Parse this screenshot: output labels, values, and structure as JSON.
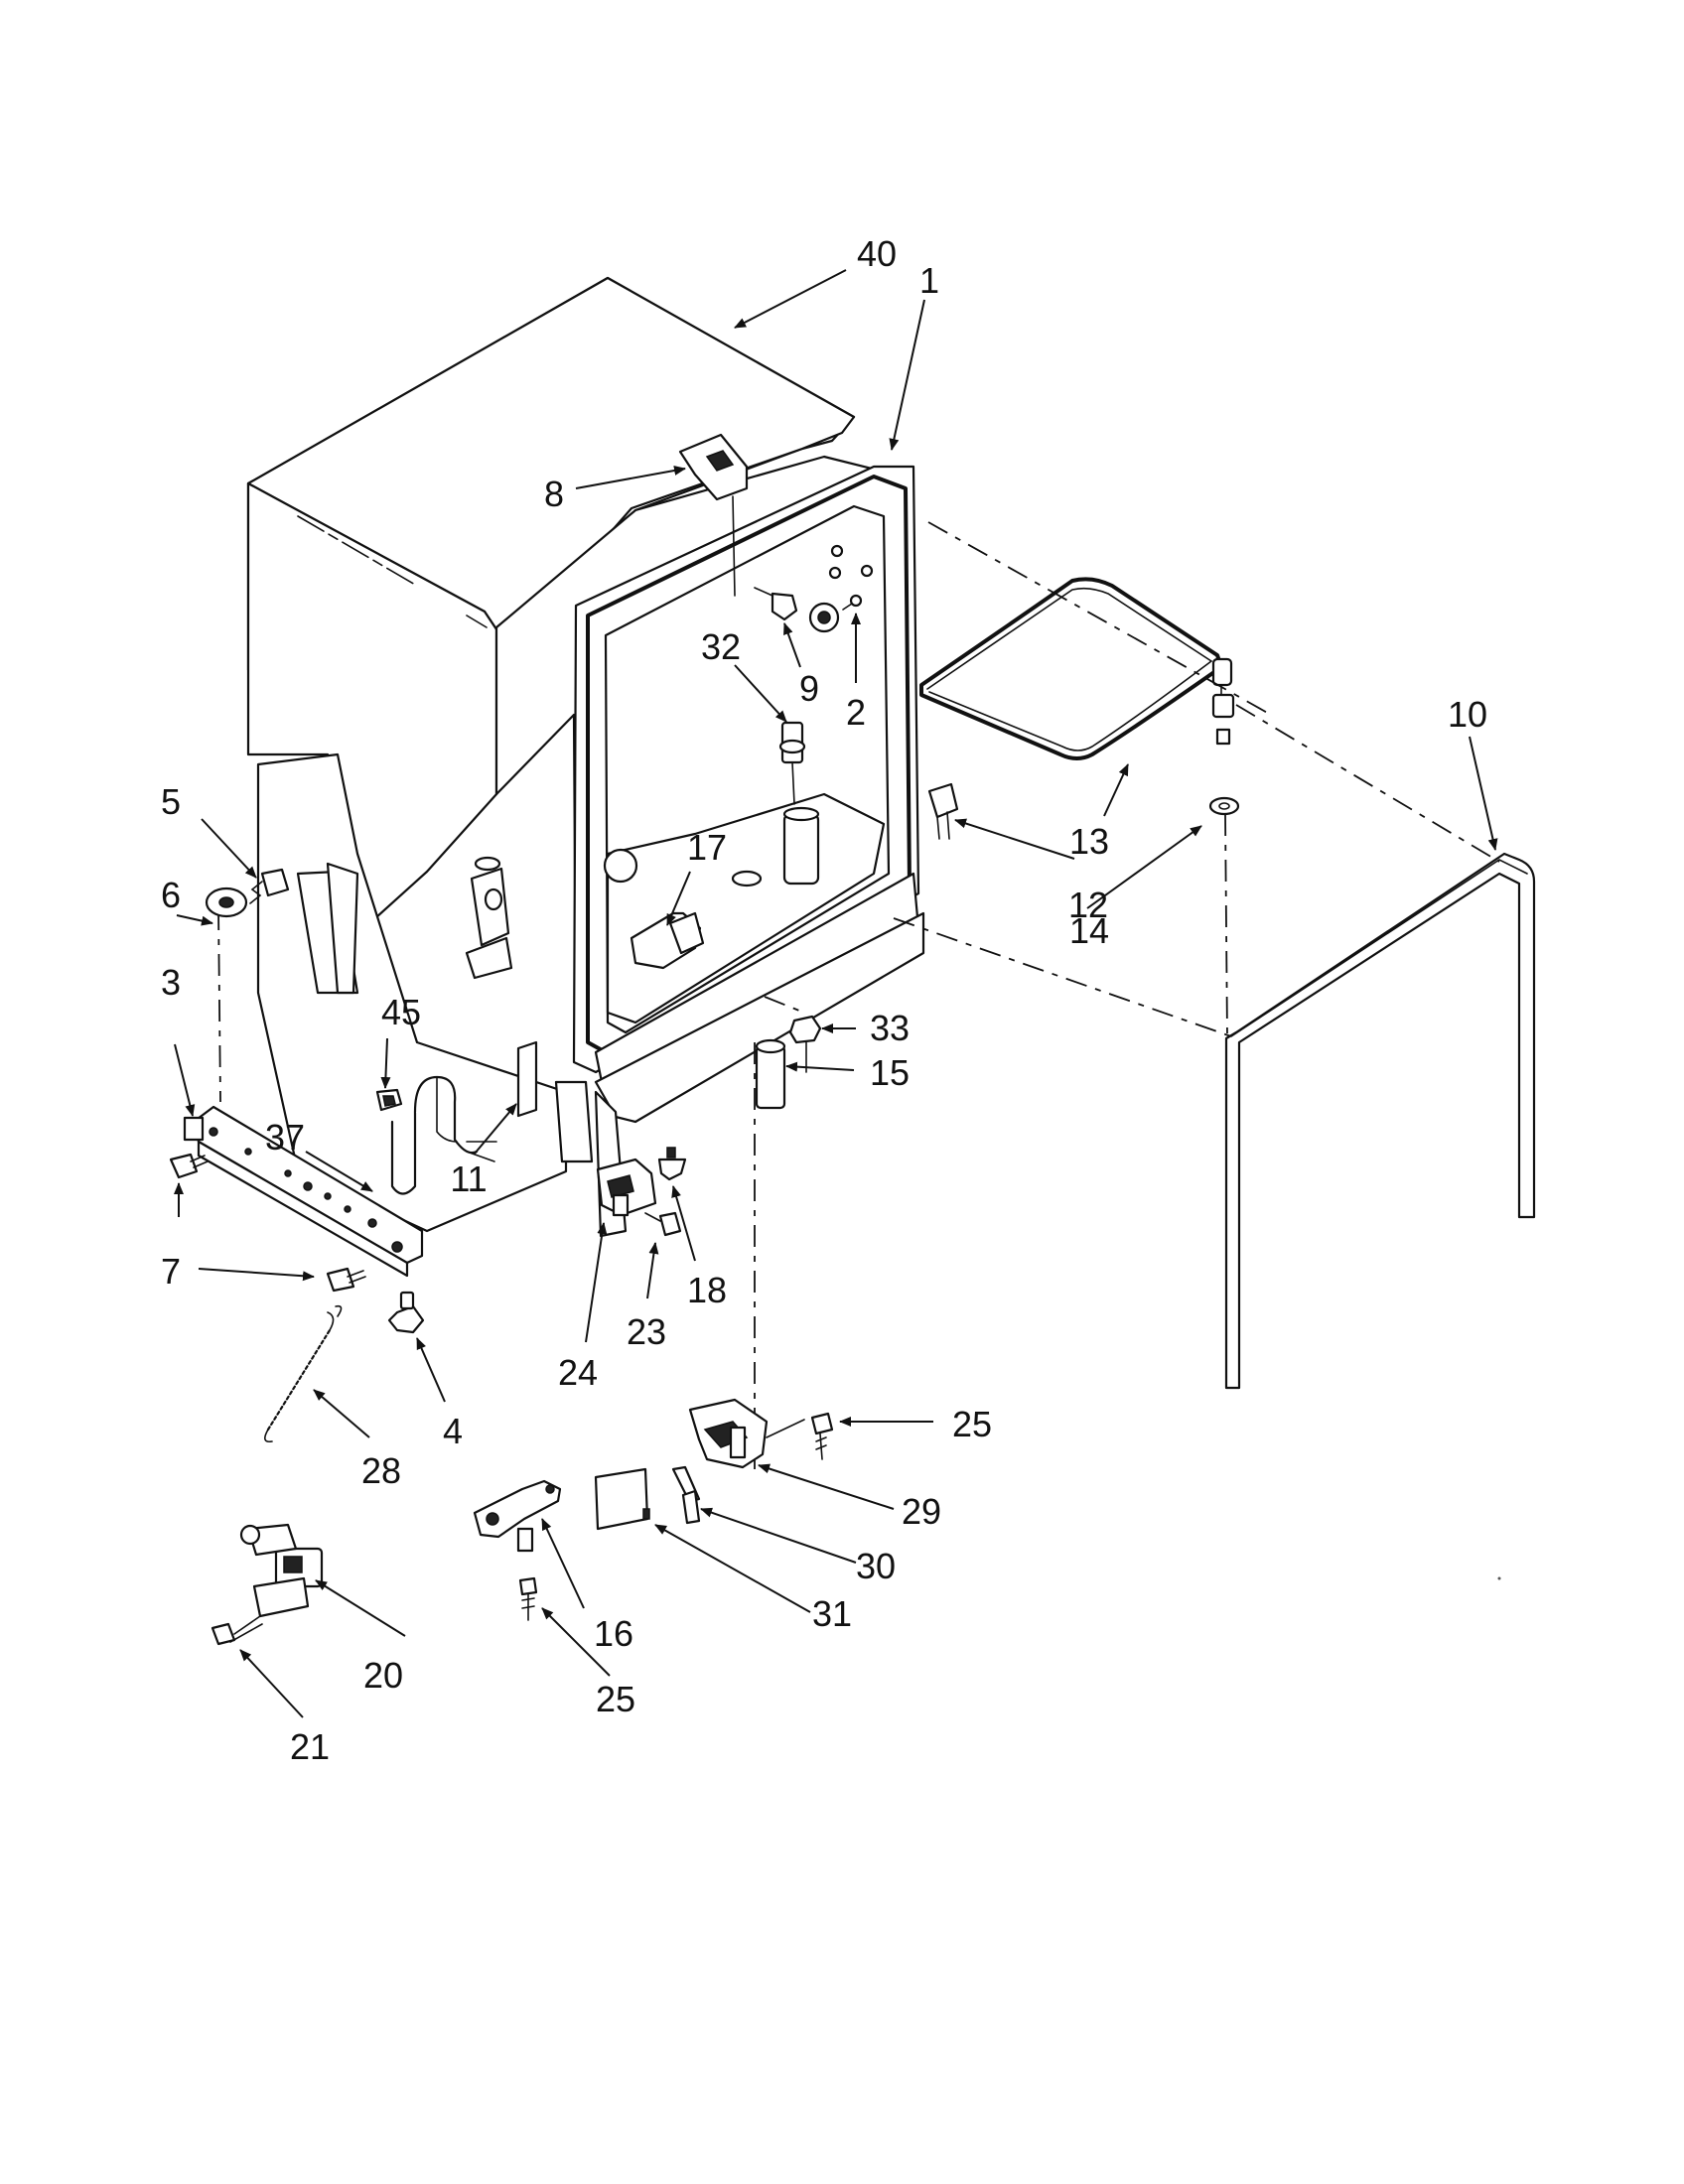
{
  "callouts": [
    {
      "id": "c40",
      "label": "40"
    },
    {
      "id": "c1",
      "label": "1"
    },
    {
      "id": "c8",
      "label": "8"
    },
    {
      "id": "c9",
      "label": "9"
    },
    {
      "id": "c2",
      "label": "2"
    },
    {
      "id": "c32",
      "label": "32"
    },
    {
      "id": "c10",
      "label": "10"
    },
    {
      "id": "c13",
      "label": "13"
    },
    {
      "id": "c12",
      "label": "12"
    },
    {
      "id": "c14",
      "label": "14"
    },
    {
      "id": "c5",
      "label": "5"
    },
    {
      "id": "c6",
      "label": "6"
    },
    {
      "id": "c3",
      "label": "3"
    },
    {
      "id": "c17",
      "label": "17"
    },
    {
      "id": "c45",
      "label": "45"
    },
    {
      "id": "c37",
      "label": "37"
    },
    {
      "id": "c11",
      "label": "11"
    },
    {
      "id": "c33",
      "label": "33"
    },
    {
      "id": "c15",
      "label": "15"
    },
    {
      "id": "c18",
      "label": "18"
    },
    {
      "id": "c7",
      "label": "7"
    },
    {
      "id": "c23",
      "label": "23"
    },
    {
      "id": "c24",
      "label": "24"
    },
    {
      "id": "c4",
      "label": "4"
    },
    {
      "id": "c28",
      "label": "28"
    },
    {
      "id": "c25a",
      "label": "25"
    },
    {
      "id": "c29",
      "label": "29"
    },
    {
      "id": "c30",
      "label": "30"
    },
    {
      "id": "c31",
      "label": "31"
    },
    {
      "id": "c16",
      "label": "16"
    },
    {
      "id": "c20",
      "label": "20"
    },
    {
      "id": "c25b",
      "label": "25"
    },
    {
      "id": "c21",
      "label": "21"
    }
  ]
}
